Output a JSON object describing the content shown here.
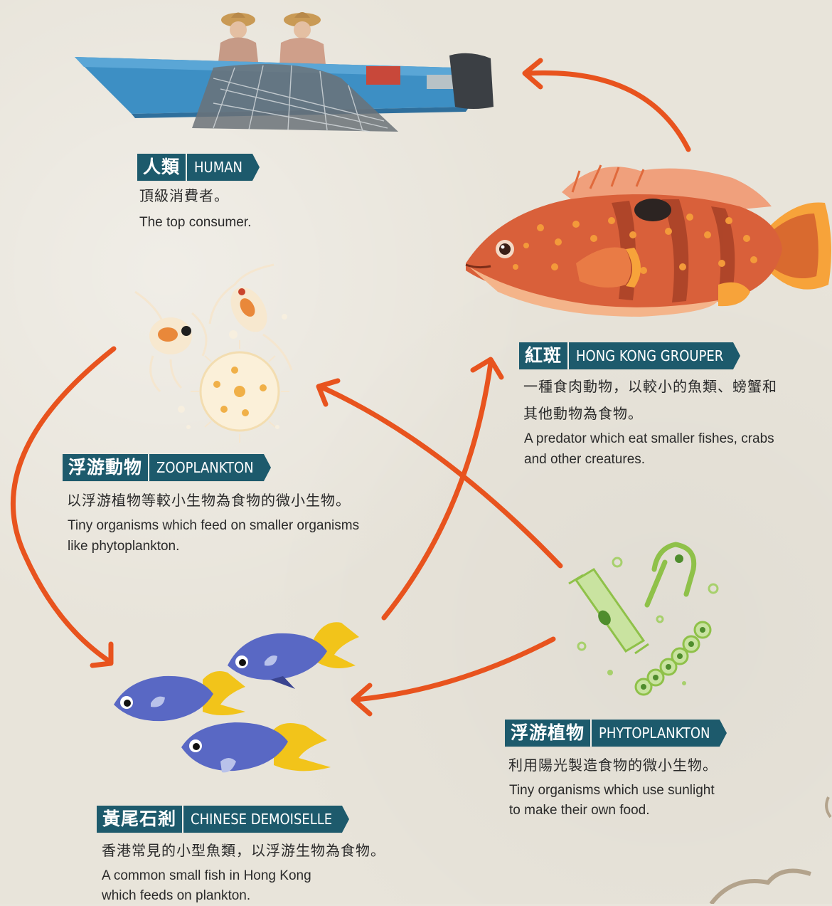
{
  "colors": {
    "arrow": "#e8531e",
    "label_bg": "#1d5a6c",
    "background": "#e8e4da"
  },
  "nodes": {
    "human": {
      "zh_name": "人類",
      "en_name": "HUMAN",
      "desc_zh": "頂級消費者。",
      "desc_en": "The top consumer."
    },
    "grouper": {
      "zh_name": "紅斑",
      "en_name": "HONG KONG GROUPER",
      "desc_zh_line1": "一種食肉動物，以較小的魚類、螃蟹和",
      "desc_zh_line2": "其他動物為食物。",
      "desc_en_line1": "A predator which eat smaller fishes, crabs",
      "desc_en_line2": "and other creatures."
    },
    "zooplankton": {
      "zh_name": "浮游動物",
      "en_name": "ZOOPLANKTON",
      "desc_zh": "以浮游植物等較小生物為食物的微小生物。",
      "desc_en_line1": "Tiny organisms which feed on smaller organisms",
      "desc_en_line2": "like phytoplankton."
    },
    "phytoplankton": {
      "zh_name": "浮游植物",
      "en_name": "PHYTOPLANKTON",
      "desc_zh": "利用陽光製造食物的微小生物。",
      "desc_en_line1": "Tiny organisms which use sunlight",
      "desc_en_line2": "to make their own food."
    },
    "demoiselle": {
      "zh_name": "黃尾石剎",
      "en_name": "CHINESE DEMOISELLE",
      "desc_zh": "香港常見的小型魚類，以浮游生物為食物。",
      "desc_en_line1": "A common small fish in Hong Kong",
      "desc_en_line2": "which feeds on plankton."
    }
  }
}
